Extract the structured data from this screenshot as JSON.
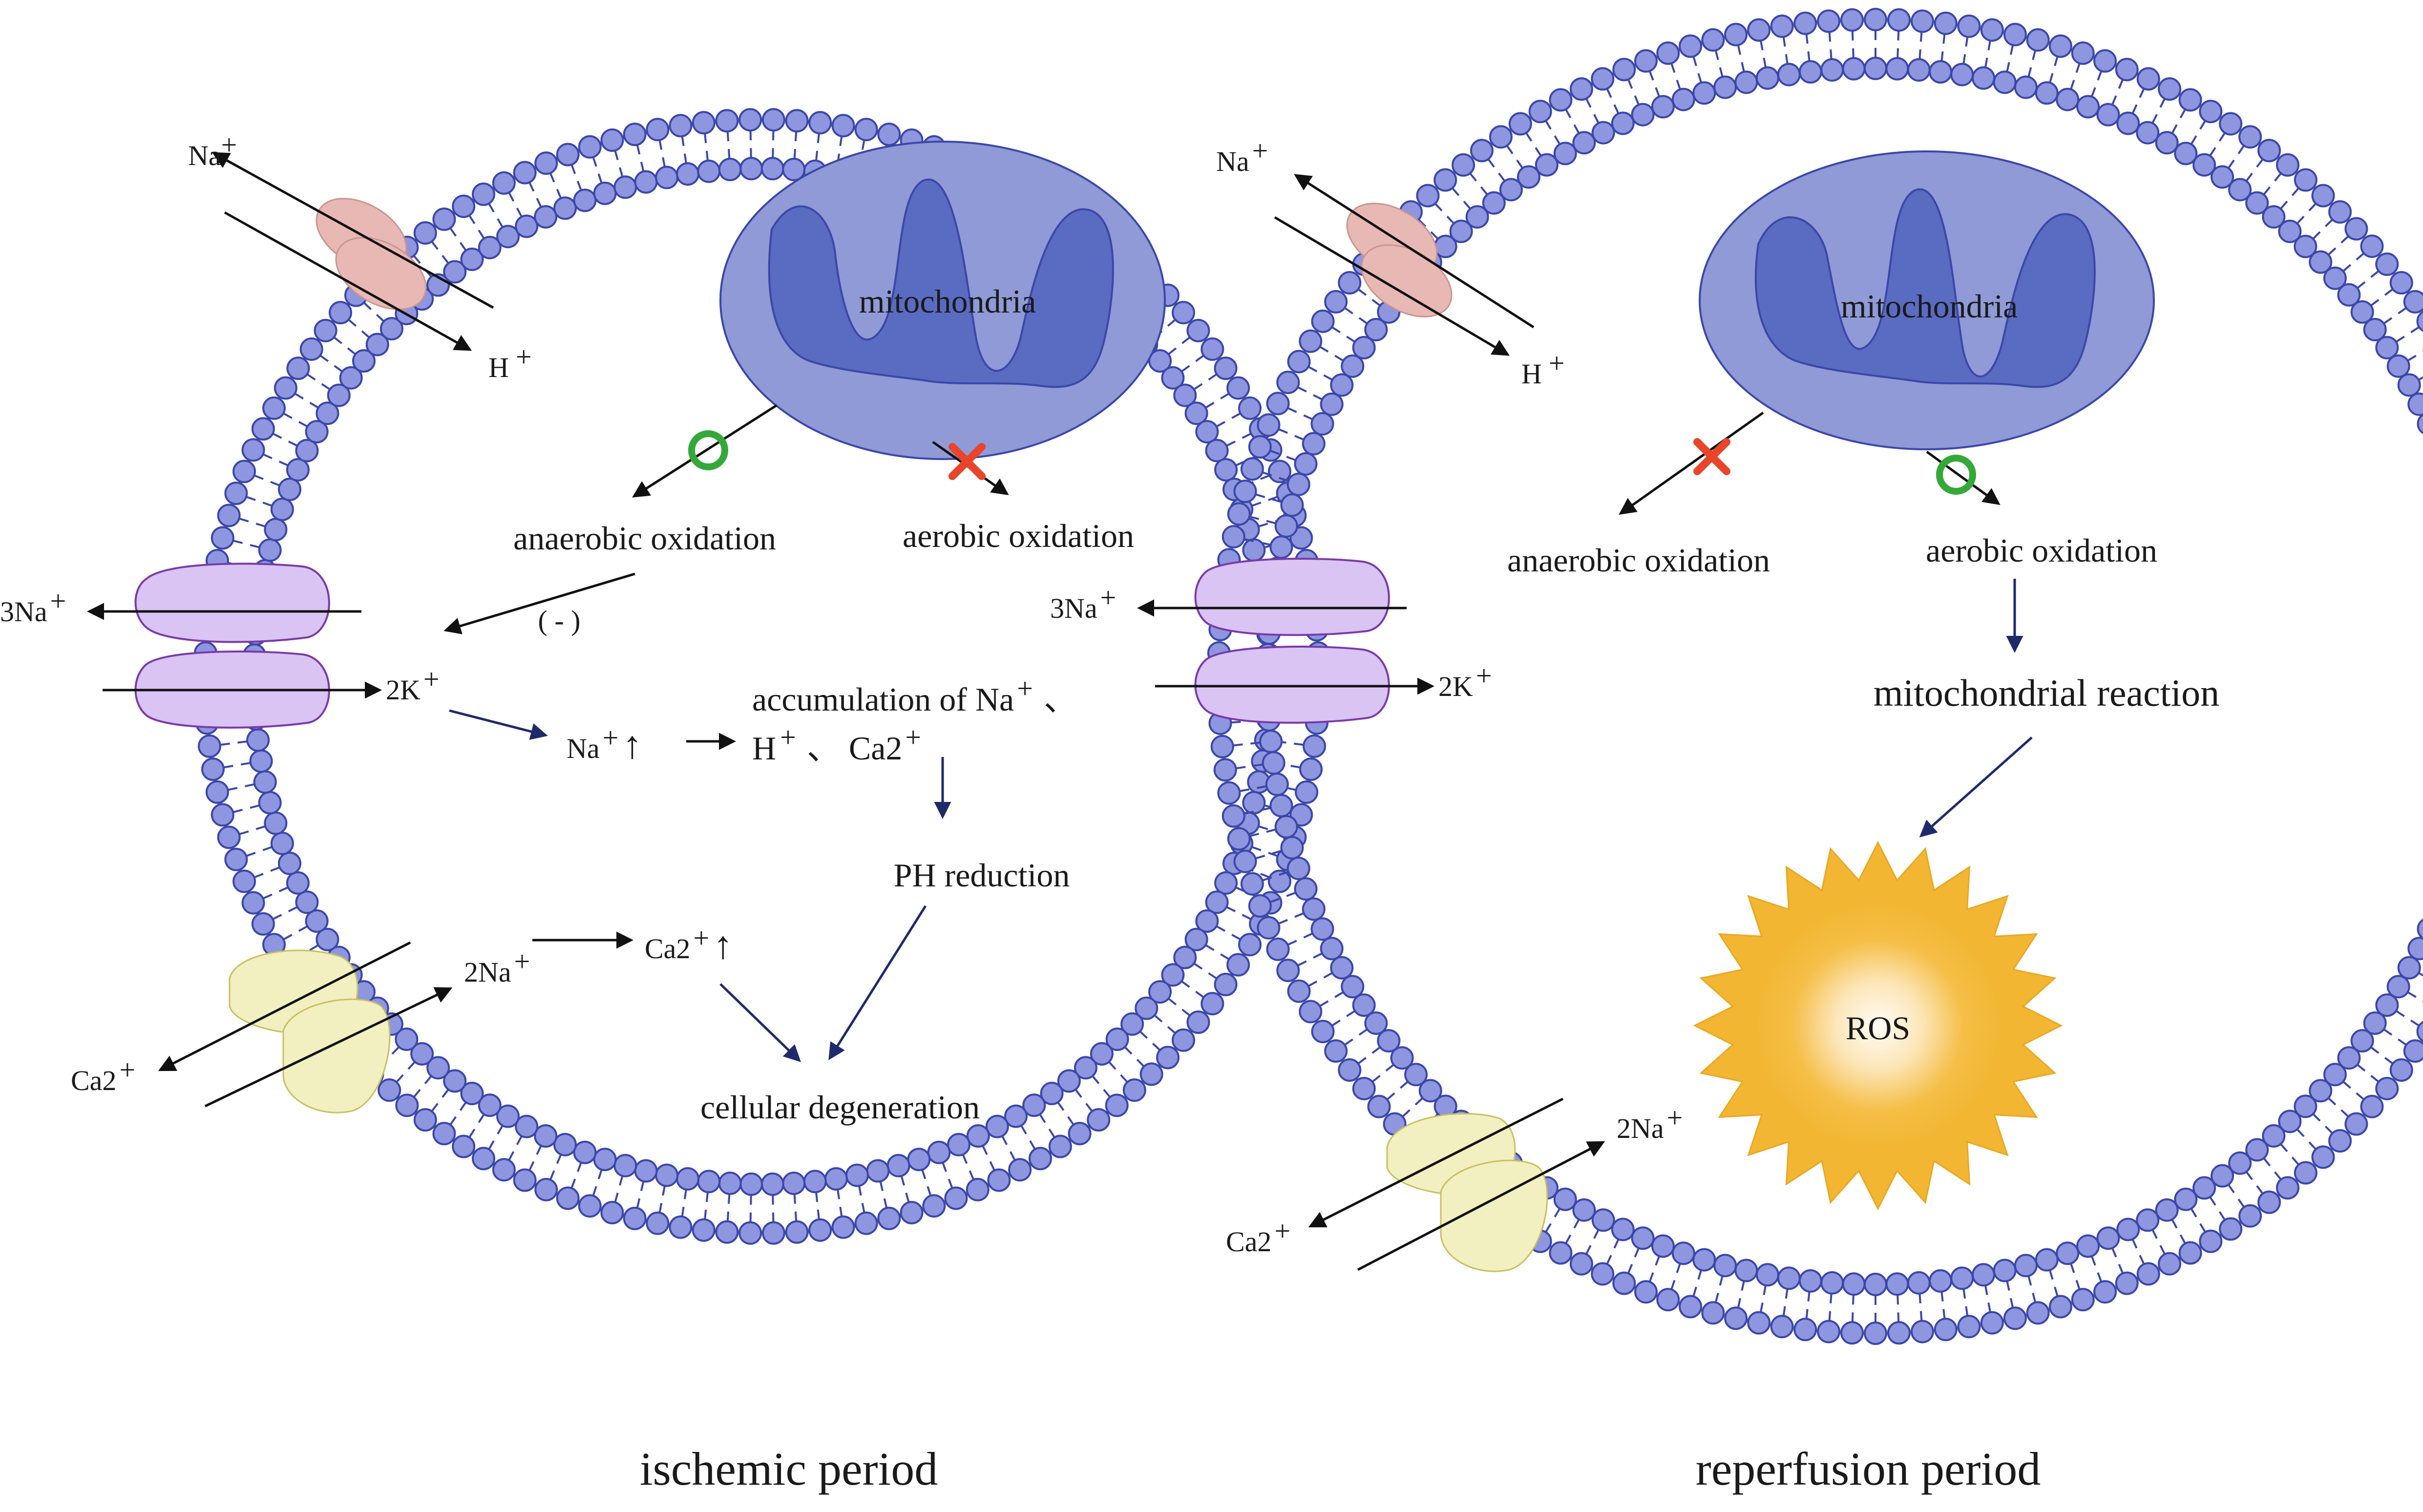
{
  "ischemic": {
    "period_label": "ischemic period",
    "mitochondria": "mitochondria",
    "anaerobic": "anaerobic oxidation",
    "aerobic": "aerobic oxidation",
    "inhibit": "( - )",
    "na_in": "Na",
    "h_out": "H",
    "three_na": "3Na",
    "two_k": "2K",
    "na_up": "Na",
    "accum_line1": "accumulation of Na",
    "accum_sep1": "、",
    "accum_h": "H",
    "accum_sep2": "、",
    "accum_ca": "Ca2",
    "ph": "PH reduction",
    "two_na": "2Na",
    "ca_up": "Ca2",
    "ca_out": "Ca2",
    "degeneration": "cellular degeneration"
  },
  "reperfusion": {
    "period_label": "reperfusion period",
    "mitochondria": "mitochondria",
    "anaerobic": "anaerobic oxidation",
    "aerobic": "aerobic oxidation",
    "na_in": "Na",
    "h_out": "H",
    "three_na": "3Na",
    "two_k": "2K",
    "mito_reaction": "mitochondrial reaction",
    "ros": "ROS",
    "two_na": "2Na",
    "ca_out": "Ca2"
  },
  "symbols": {
    "plus": "+",
    "up_arrow": "↑",
    "check": "○",
    "cross": "✕"
  },
  "colors": {
    "phospholipid_head": "#8e96e0",
    "membrane_outline": "#3b47a8",
    "mitochondria_outer": "#8f9ad6",
    "mitochondria_inner": "#5a6bc2",
    "nhe_exchanger": "#e8b8b4",
    "na_k_pump": "#d9c4f4",
    "ncx_exchanger": "#f2efc0",
    "ros_sun": "#f2b632",
    "ok_mark": "#35a83a",
    "block_mark": "#e8452a"
  }
}
